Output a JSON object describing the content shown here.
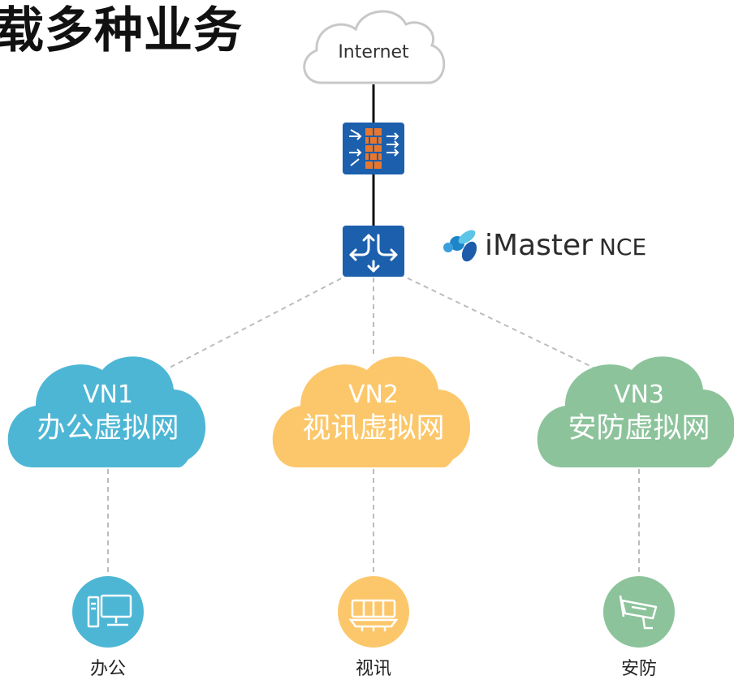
{
  "title": "载多种业务",
  "internet": {
    "label": "Internet"
  },
  "brand": {
    "name": "iMaster",
    "sub": "NCE"
  },
  "virtual_networks": [
    {
      "vn": "VN1",
      "name": "办公虚拟网",
      "color": "#4db6d5",
      "endpoint_label": "办公",
      "endpoint_icon": "office-pc-icon"
    },
    {
      "vn": "VN2",
      "name": "视讯虚拟网",
      "color": "#fcc76a",
      "endpoint_label": "视讯",
      "endpoint_icon": "video-conference-icon"
    },
    {
      "vn": "VN3",
      "name": "安防虚拟网",
      "color": "#8cc39b",
      "endpoint_label": "安防",
      "endpoint_icon": "security-camera-icon"
    }
  ],
  "colors": {
    "device_blue": "#1b5fad",
    "firewall_orange": "#e8772e",
    "line": "#bbbbbb"
  }
}
